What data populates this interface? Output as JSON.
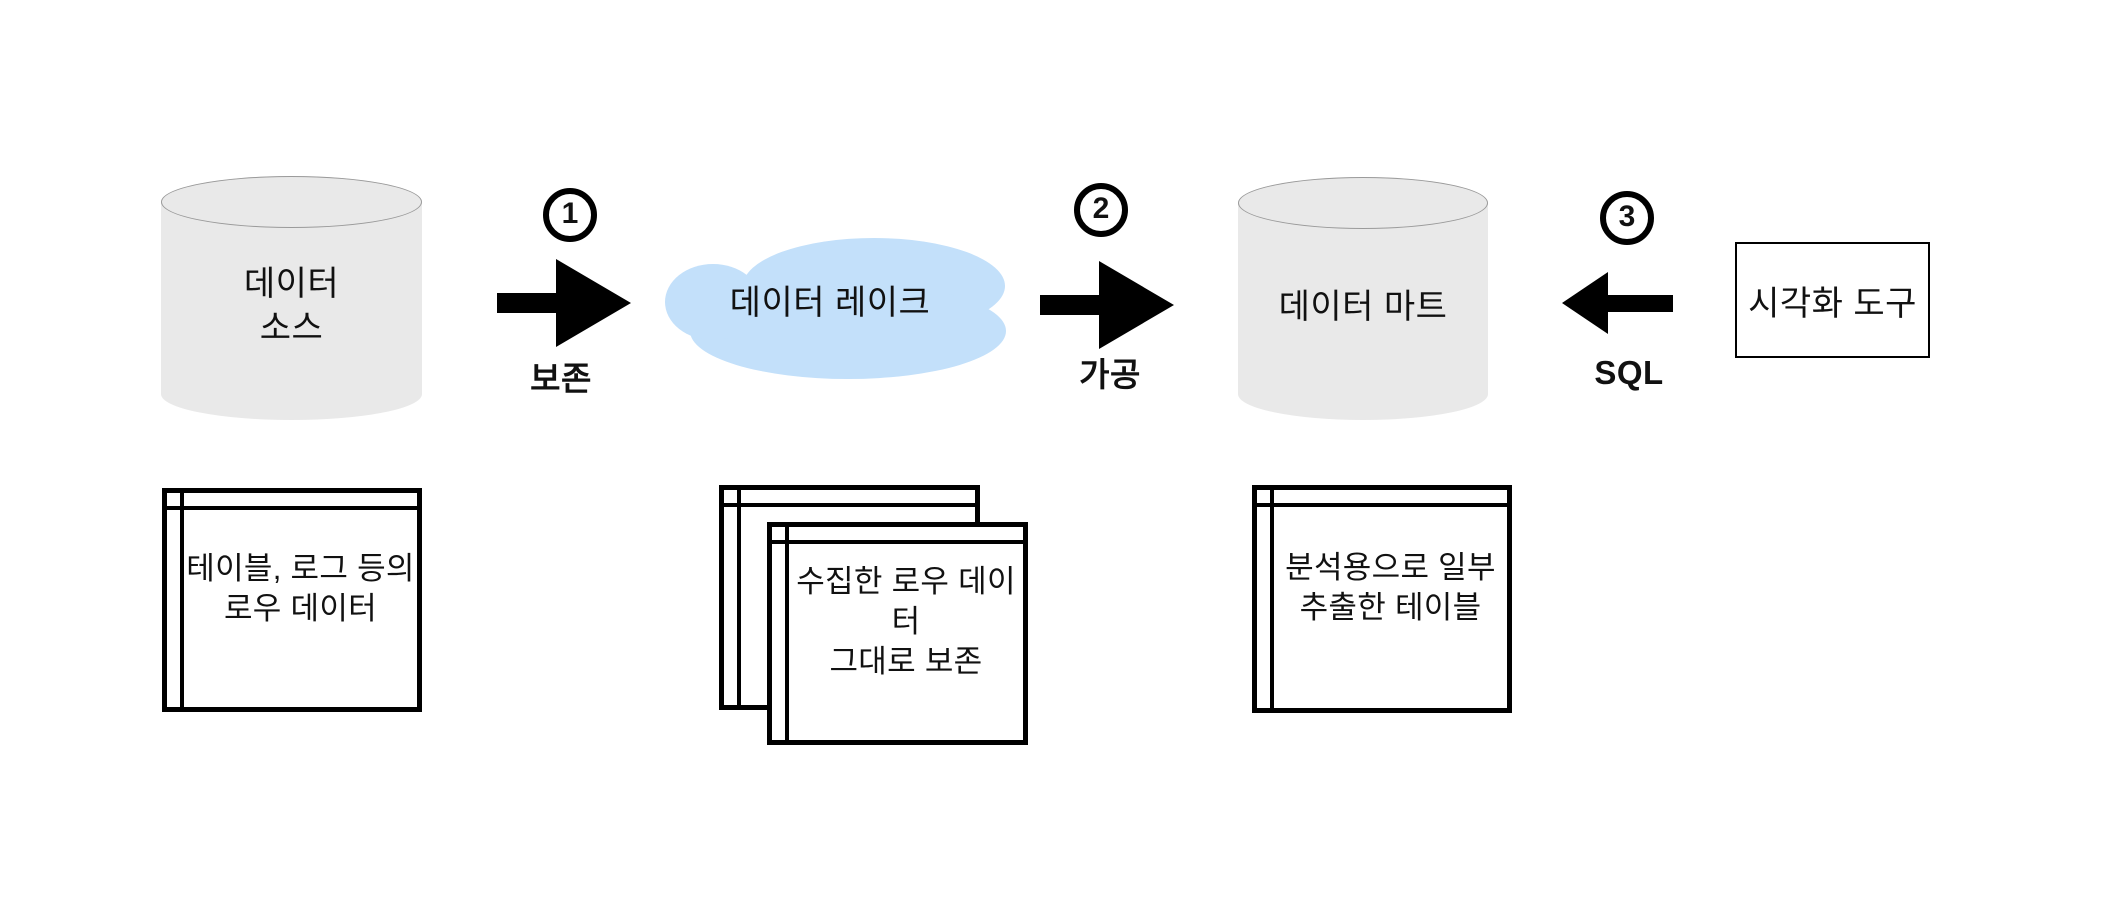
{
  "pipeline": {
    "source": {
      "title": "데이터\n소스"
    },
    "lake": {
      "title": "데이터 레이크"
    },
    "mart": {
      "title": "데이터 마트"
    },
    "viz_tool": {
      "title": "시각화 도구"
    },
    "steps": [
      {
        "number": "1",
        "label": "보존"
      },
      {
        "number": "2",
        "label": "가공"
      },
      {
        "number": "3",
        "label": "SQL"
      }
    ],
    "notes": {
      "source": "테이블, 로그 등의\n로우 데이터",
      "lake": "수집한 로우 데이터\n그대로 보존",
      "mart": "분석용으로 일부\n추출한 테이블"
    },
    "colors": {
      "cylinder_fill": "#E9E9E9",
      "cylinder_stroke": "#9A9A9A",
      "cloud_fill": "#C3E0FA",
      "arrow": "#000000"
    }
  }
}
